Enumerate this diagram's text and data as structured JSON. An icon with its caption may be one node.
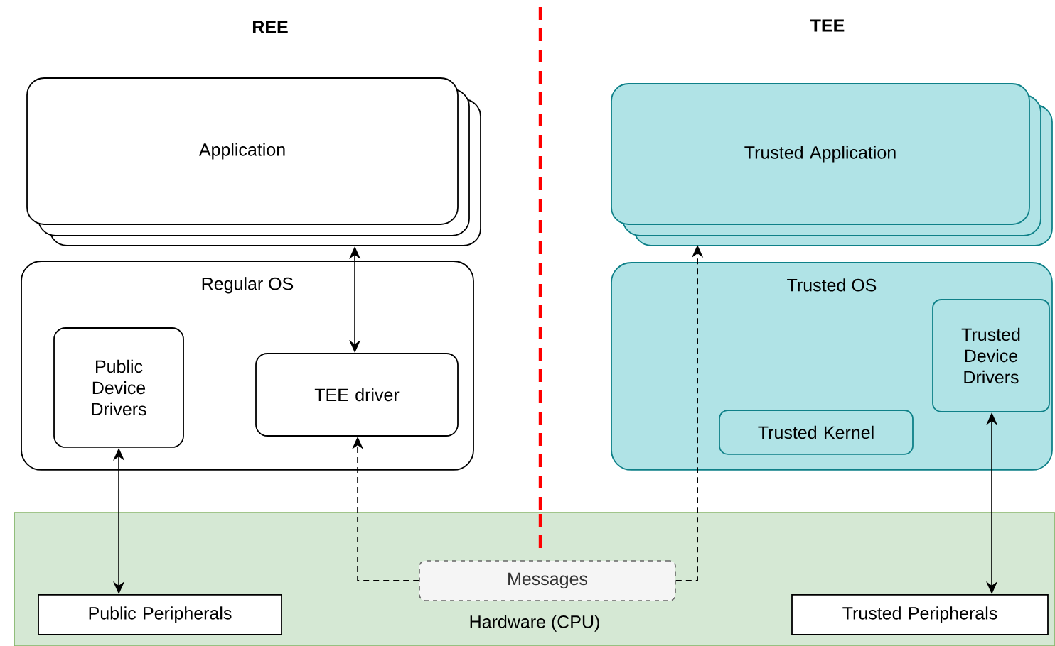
{
  "diagram": {
    "nodes": [
      {
        "text": [
          "Application"
        ]
      },
      {
        "text": [
          "Regular OS"
        ]
      },
      {
        "text": [
          "Public Device Drivers"
        ],
        "in": 1
      },
      {
        "text": [
          "TEE driver"
        ],
        "in": 1
      },
      {
        "text": [
          "Trusted Application"
        ]
      },
      {
        "text": [
          "Trusted OS"
        ]
      },
      {
        "text": [
          "Trusted Device Drivers"
        ],
        "in": 5
      },
      {
        "text": [
          "Trusted Kernel"
        ],
        "in": 5
      },
      {
        "text": [
          "Hardware (CPU)"
        ]
      },
      {
        "text": [
          "Public Peripherals"
        ],
        "in": 8
      },
      {
        "text": [
          "Messages"
        ],
        "in": 8
      },
      {
        "text": [
          "Trusted Peripherals"
        ],
        "in": 8
      }
    ],
    "edges": [
      {
        "from": 0,
        "to": 3,
        "arrow": "both"
      },
      {
        "from": 2,
        "to": 9,
        "arrow": "both"
      },
      {
        "from": 10,
        "to": 3,
        "arrow": "to",
        "style": "dashed"
      },
      {
        "from": 10,
        "to": 4,
        "arrow": "to",
        "style": "dashed"
      },
      {
        "from": 6,
        "to": 11,
        "arrow": "both"
      }
    ],
    "labels": [
      "REE",
      "TEE"
    ]
  }
}
